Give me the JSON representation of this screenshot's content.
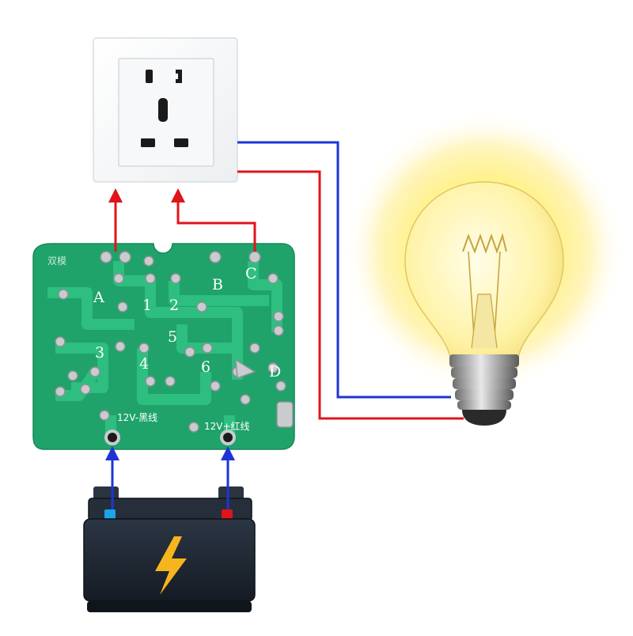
{
  "board": {
    "logo": "双模",
    "pads": {
      "a": "A",
      "b": "B",
      "c": "C",
      "d": "D",
      "n1": "1",
      "n2": "2",
      "n3": "3",
      "n4": "4",
      "n5": "5",
      "n6": "6"
    },
    "neg_label": "12V-黑线",
    "pos_label": "12V+红线"
  },
  "colors": {
    "board": "#1fa36a",
    "trace": "#2fc183",
    "wire_red": "#e0141a",
    "wire_blue": "#1e35d6",
    "bulb_glow": "#fff06a",
    "battery": "#1c2430",
    "bolt": "#f7b51d"
  },
  "icons": {
    "socket": "wall-socket-icon",
    "bulb": "light-bulb-icon",
    "battery": "car-battery-icon",
    "bolt": "lightning-bolt-icon"
  }
}
